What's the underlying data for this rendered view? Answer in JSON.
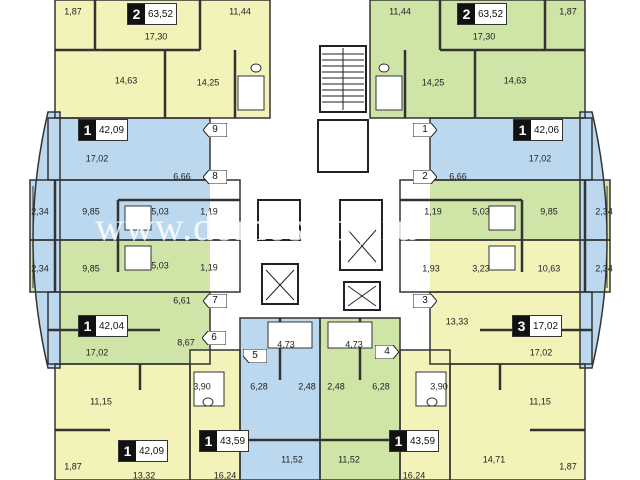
{
  "watermark": "www.domostroy.ru",
  "colors": {
    "yellow": "#f3f2b8",
    "green": "#cfe5a8",
    "blue": "#bcd8ee",
    "wall": "#333333",
    "corridor": "#ffffff"
  },
  "room_labels": {
    "nw_top_balcony": "1,87",
    "nw_top_kitchen": "17,30",
    "nw_top_room": "11,44",
    "nw_top_room2": "14,63",
    "nw_top_room3": "14,25",
    "ne_top_room": "11,44",
    "ne_top_kitchen": "17,30",
    "ne_top_balcony": "1,87",
    "ne_top_room2": "14,25",
    "ne_top_room3": "14,63",
    "w_blue_room": "17,02",
    "e_blue_room": "17,02",
    "w_corridor": "6,66",
    "e_corridor": "6,66",
    "w_balcony_a": "2,34",
    "w_room_a": "9,85",
    "w_bath_a": "5,03",
    "w_wc_a": "1,19",
    "w_balcony_b": "2,34",
    "w_room_b": "9,85",
    "w_bath_b": "5,03",
    "w_wc_b": "1,19",
    "e_wc_a": "1,19",
    "e_bath_a": "5,03",
    "e_room_a": "9,85",
    "e_balcony_a": "2,34",
    "e_wc_b": "1,93",
    "e_bath_b": "3,23",
    "e_room_b": "10,63",
    "e_balcony_b": "2,34",
    "w_corridor2": "6,61",
    "e_room_c": "13,33",
    "w_green_room": "17,02",
    "e_yellow_room": "17,02",
    "w_hall": "8,67",
    "w_bath_c": "3,90",
    "w_hall2": "6,28",
    "c_bath_l": "4,73",
    "c_bath_r": "4,73",
    "e_hall2": "6,28",
    "e_bath_c": "3,90",
    "c_hall_l": "2,48",
    "c_hall_r": "2,48",
    "sw_room": "11,15",
    "se_room": "11,15",
    "c_room_l": "11,52",
    "c_room_r": "11,52",
    "sw_balcony": "1,87",
    "sw_kitchen": "13,32",
    "s_blue_kitchen": "16,24",
    "s_green_kitchen": "16,24",
    "se_kitchen": "14,71",
    "se_balcony": "1,87"
  },
  "badges": {
    "nw": {
      "rooms": "2",
      "area": "63,52"
    },
    "ne": {
      "rooms": "2",
      "area": "63,52"
    },
    "w_blue": {
      "rooms": "1",
      "area": "42,09"
    },
    "e_blue": {
      "rooms": "1",
      "area": "42,06"
    },
    "w_green": {
      "rooms": "1",
      "area": "42,04"
    },
    "e_yellow": {
      "rooms": "3",
      "area": "17,02"
    },
    "sw": {
      "rooms": "1",
      "area": "42,09"
    },
    "s_blue": {
      "rooms": "1",
      "area": "43,59"
    },
    "s_green": {
      "rooms": "1",
      "area": "43,59"
    }
  },
  "markers": {
    "m9": "9",
    "m8": "8",
    "m7": "7",
    "m6": "6",
    "m5": "5",
    "m4": "4",
    "m1": "1",
    "m2": "2",
    "m3": "3"
  }
}
